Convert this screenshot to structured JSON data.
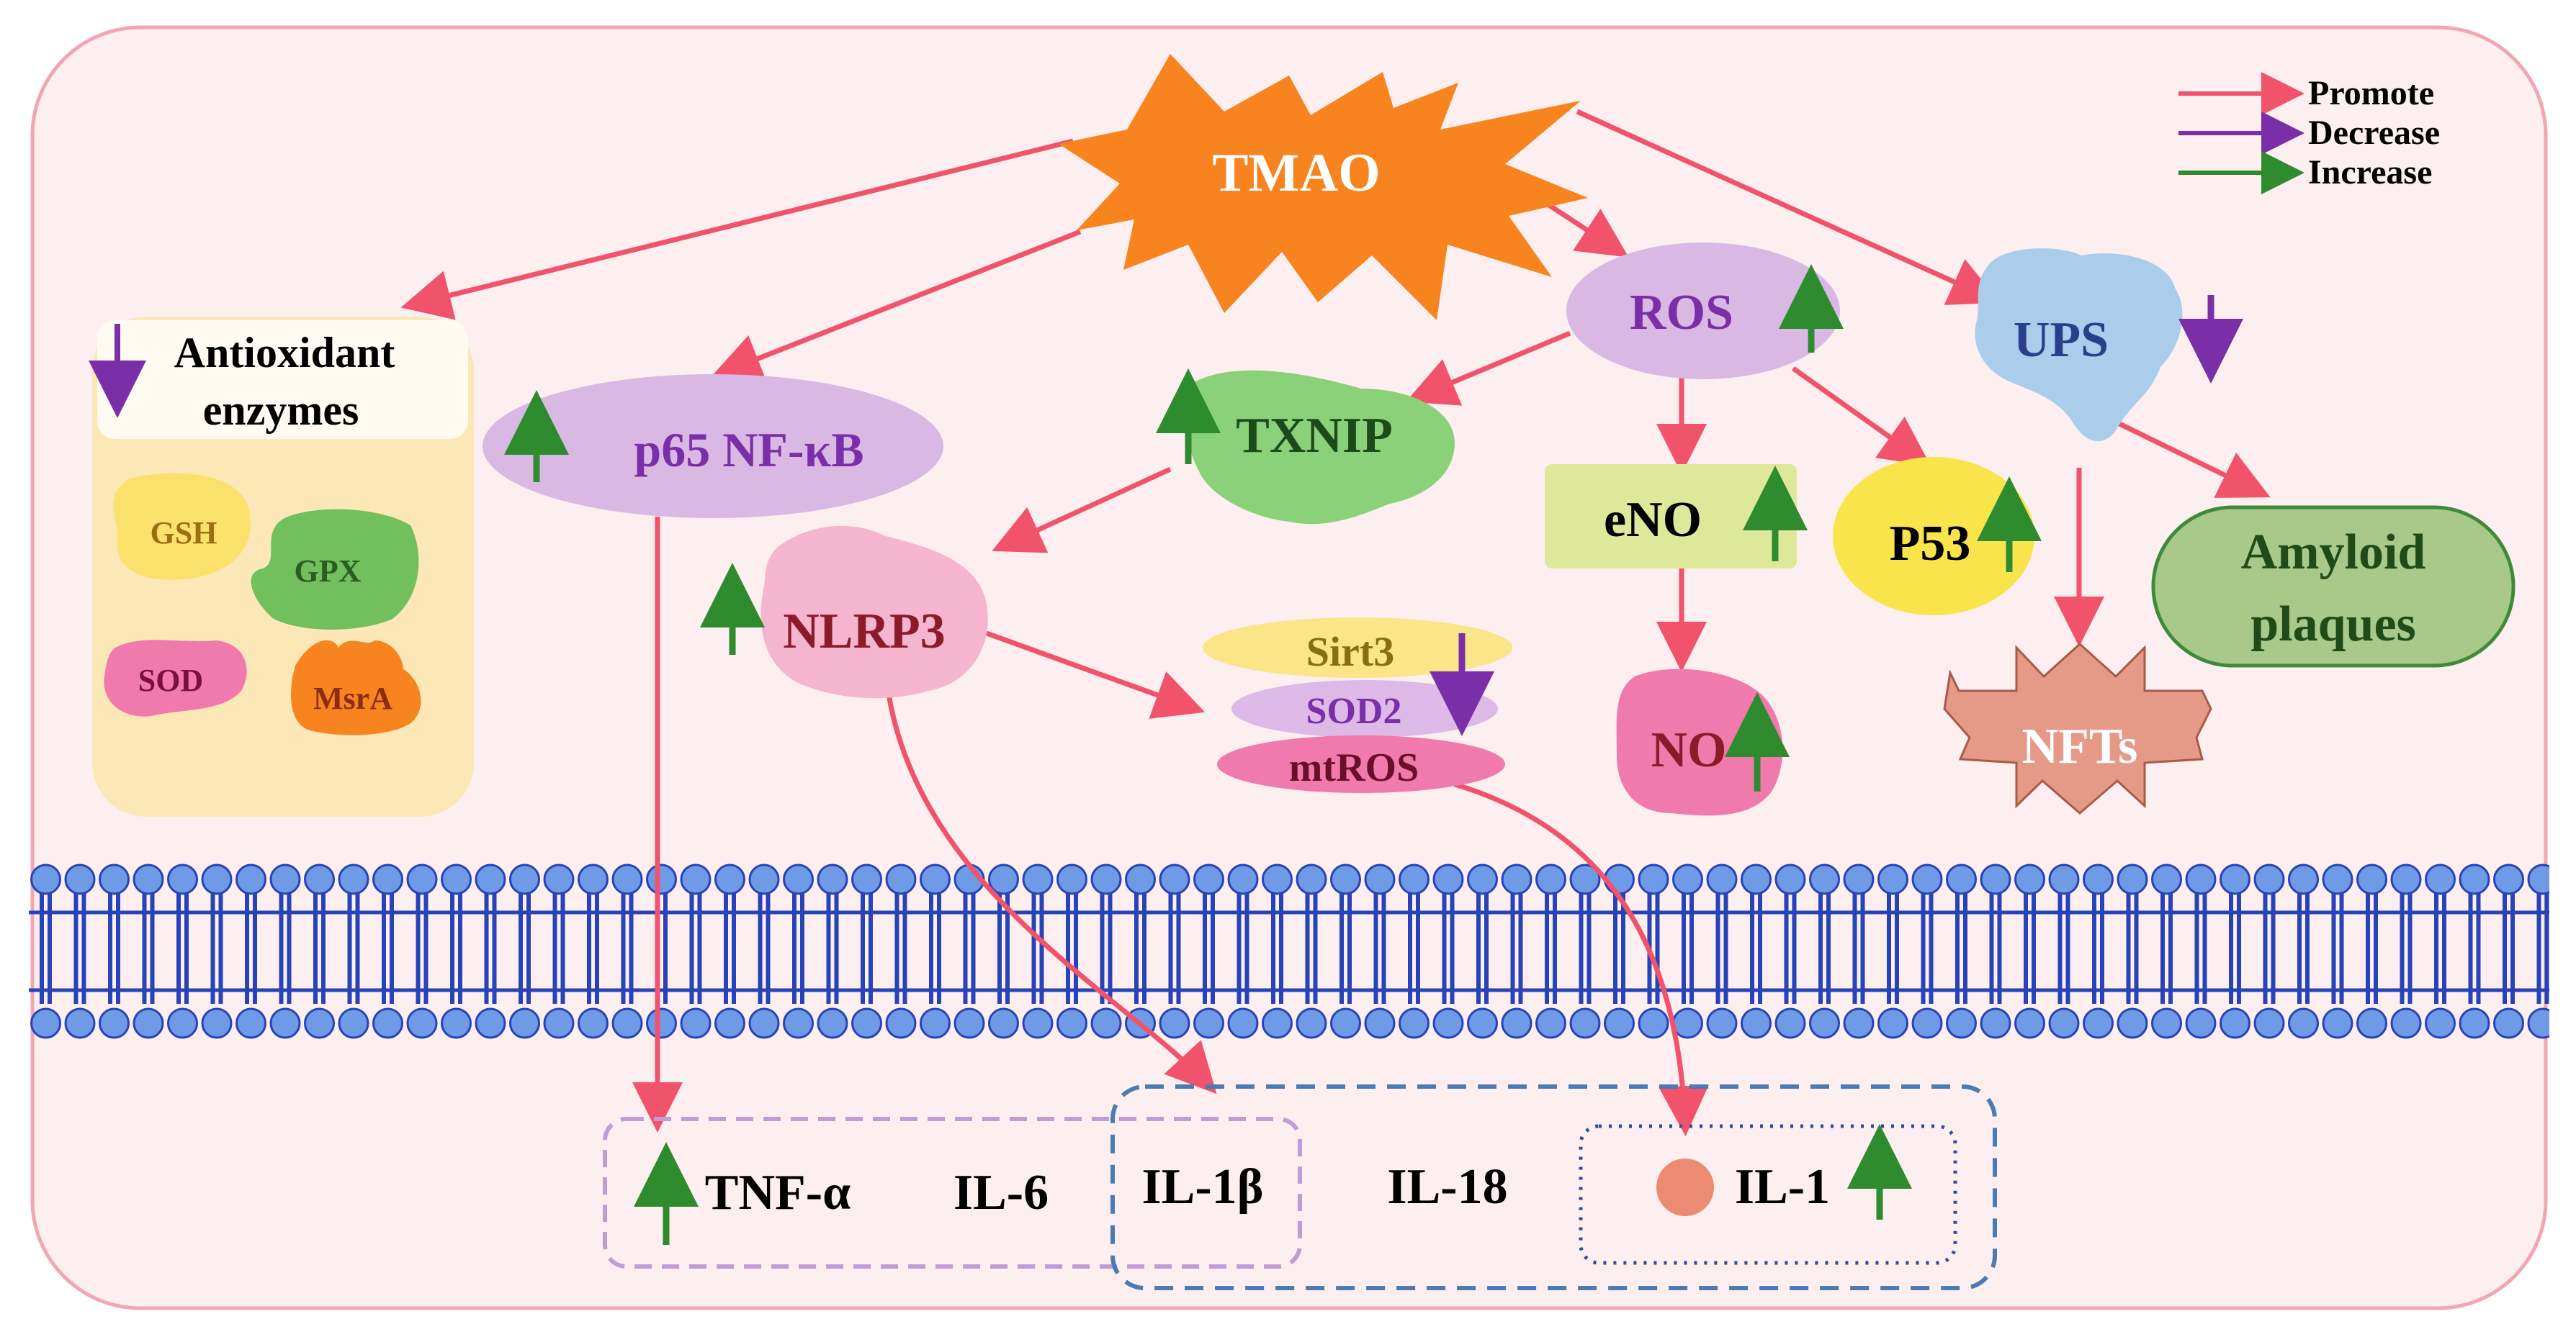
{
  "legend": {
    "promote": "Promote",
    "decrease": "Decrease",
    "increase": "Increase"
  },
  "nodes": {
    "tmao": "TMAO",
    "ros": "ROS",
    "ups": "UPS",
    "antioxidant_line1": "Antioxidant",
    "antioxidant_line2": "enzymes",
    "gsh": "GSH",
    "gpx": "GPX",
    "sod": "SOD",
    "msra": "MsrA",
    "p65": "p65 NF-κB",
    "txnip": "TXNIP",
    "nlrp3": "NLRP3",
    "eno": "eNO",
    "p53": "P53",
    "amyloid_line1": "Amyloid",
    "amyloid_line2": "plaques",
    "sirt3": "Sirt3",
    "sod2": "SOD2",
    "mtros": "mtROS",
    "no": "NO",
    "nfts": "NFTs",
    "tnf": "TNF-α",
    "il6": "IL-6",
    "il1b": "IL-1β",
    "il18": "IL-18",
    "il1": "IL-1"
  },
  "colors": {
    "promote": "#f0536b",
    "decrease": "#7a2fa8",
    "increase": "#2e8b2e",
    "cell_bg": "#fdeef0",
    "cell_border": "#f1a6b2",
    "tmao": "#f7841f",
    "membrane_head": "#6f9ae6",
    "membrane_tail": "#2743b8"
  }
}
